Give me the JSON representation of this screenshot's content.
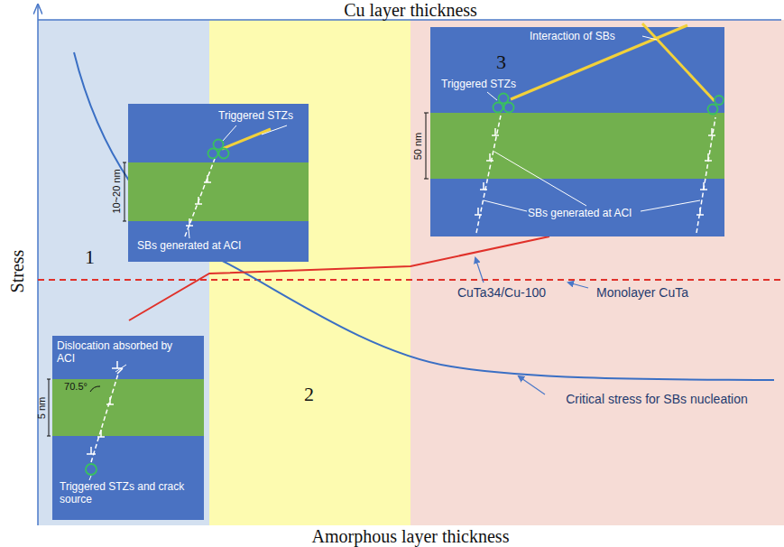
{
  "diagram": {
    "nodes": [
      {
        "text": [
          "1"
        ]
      },
      {
        "text": [
          "2"
        ]
      },
      {
        "text": [
          "3"
        ]
      },
      {
        "text": [
          "Dislocation absorbed by ACI",
          "Triggered STZs and crack source"
        ]
      },
      {
        "text": [
          "Triggered STZs",
          "SBs  generated at ACI"
        ]
      },
      {
        "text": [
          "Interaction of SBs",
          "Triggered STZs",
          "SBs generated at ACI"
        ]
      }
    ],
    "labels": [
      "Cu layer thickness",
      "Stress",
      "Amorphous layer thickness",
      "5 nm",
      "70.5°",
      "10~20 nm",
      "50 nm",
      "CuTa34/Cu-100",
      "Monolayer CuTa",
      "Critical stress for SBs nucleation"
    ]
  }
}
